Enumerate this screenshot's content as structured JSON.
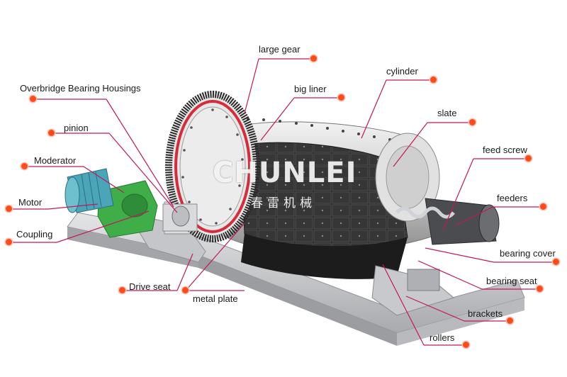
{
  "labels": {
    "large_gear": "large gear",
    "cylinder": "cylinder",
    "overbridge": "Overbridge Bearing Housings",
    "big_liner": "big liner",
    "slate": "slate",
    "pinion": "pinion",
    "feed_screw": "feed screw",
    "moderator": "Moderator",
    "feeders": "feeders",
    "motor": "Motor",
    "coupling": "Coupling",
    "bearing_cover": "bearing cover",
    "bearing_seat": "bearing seat",
    "drive_seat": "Drive seat",
    "metal_plate": "metal plate",
    "brackets": "brackets",
    "rollers": "rollers"
  },
  "watermark": {
    "brand": "CHUNLEI",
    "chinese": "春雷机械"
  },
  "colors": {
    "leader_line": "#c2185b",
    "dot": "#ff4a1c",
    "gear_ring": "#d62b3a",
    "motor": "#4aa5b8",
    "gearbox": "#3fae49",
    "frame": "#d7d8da"
  }
}
